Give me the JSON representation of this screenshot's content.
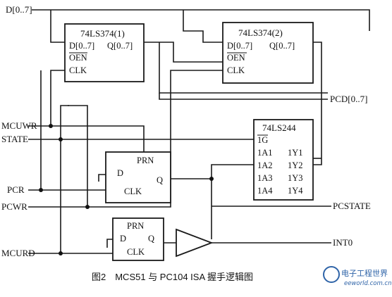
{
  "signals": {
    "data_bus": "D[0..7]",
    "pcd_bus": "PCD[0..7]",
    "mcuwr": "MCUWR",
    "state": "STATE",
    "pcr": "PCR",
    "pcwr": "PCWR",
    "mcurd": "MCURD",
    "pcstate": "PCSTATE",
    "int0": "INT0"
  },
  "latch1": {
    "title": "74LS374(1)",
    "pin_d": "D[0..7]",
    "pin_q": "Q[0..7]",
    "pin_oen": "OEN",
    "pin_clk": "CLK"
  },
  "latch2": {
    "title": "74LS374(2)",
    "pin_d": "D[0..7]",
    "pin_q": "Q[0..7]",
    "pin_oen": "OEN",
    "pin_clk": "CLK"
  },
  "buffer": {
    "title": "74LS244",
    "pin_g": "1G",
    "pins_a": [
      "1A1",
      "1A2",
      "1A3",
      "1A4"
    ],
    "pins_y": [
      "1Y1",
      "1Y2",
      "1Y3",
      "1Y4"
    ]
  },
  "ff1": {
    "prn": "PRN",
    "d": "D",
    "q": "Q",
    "clk": "CLK"
  },
  "ff2": {
    "prn": "PRN",
    "d": "D",
    "q": "Q",
    "clk": "CLK"
  },
  "caption": "图2　MCS51 与 PC104 ISA 握手逻辑图",
  "watermark": {
    "brand": "电子工程世界",
    "site": "eeworld.com.cn"
  },
  "colors": {
    "line": "#1a1a1a",
    "watermark": "#2f64a8"
  }
}
